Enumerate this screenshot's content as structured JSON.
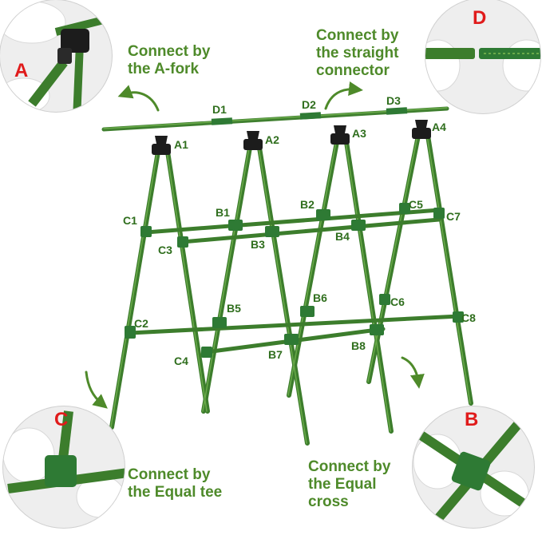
{
  "captions": {
    "a_fork": [
      "Connect by",
      "the A-fork"
    ],
    "straight": [
      "Connect by",
      "the straight",
      "connector"
    ],
    "tee": [
      "Connect by",
      "the Equal tee"
    ],
    "cross": [
      "Connect by",
      "the Equal",
      "cross"
    ]
  },
  "insets": {
    "a": "A",
    "b": "B",
    "c": "C",
    "d": "D"
  },
  "labels": {
    "D1": "D1",
    "D2": "D2",
    "D3": "D3",
    "A1": "A1",
    "A2": "A2",
    "A3": "A3",
    "A4": "A4",
    "B1": "B1",
    "B2": "B2",
    "B3": "B3",
    "B4": "B4",
    "B5": "B5",
    "B6": "B6",
    "B7": "B7",
    "B8": "B8",
    "C1": "C1",
    "C2": "C2",
    "C3": "C3",
    "C4": "C4",
    "C5": "C5",
    "C6": "C6",
    "C7": "C7",
    "C8": "C8"
  },
  "colors": {
    "pole": "#3f7f2f",
    "pole_dark": "#2c5f20",
    "joint": "#2e7a34",
    "caption": "#4e8a2a",
    "letter": "#e01b1b",
    "circle_border": "#cfcfcf"
  }
}
